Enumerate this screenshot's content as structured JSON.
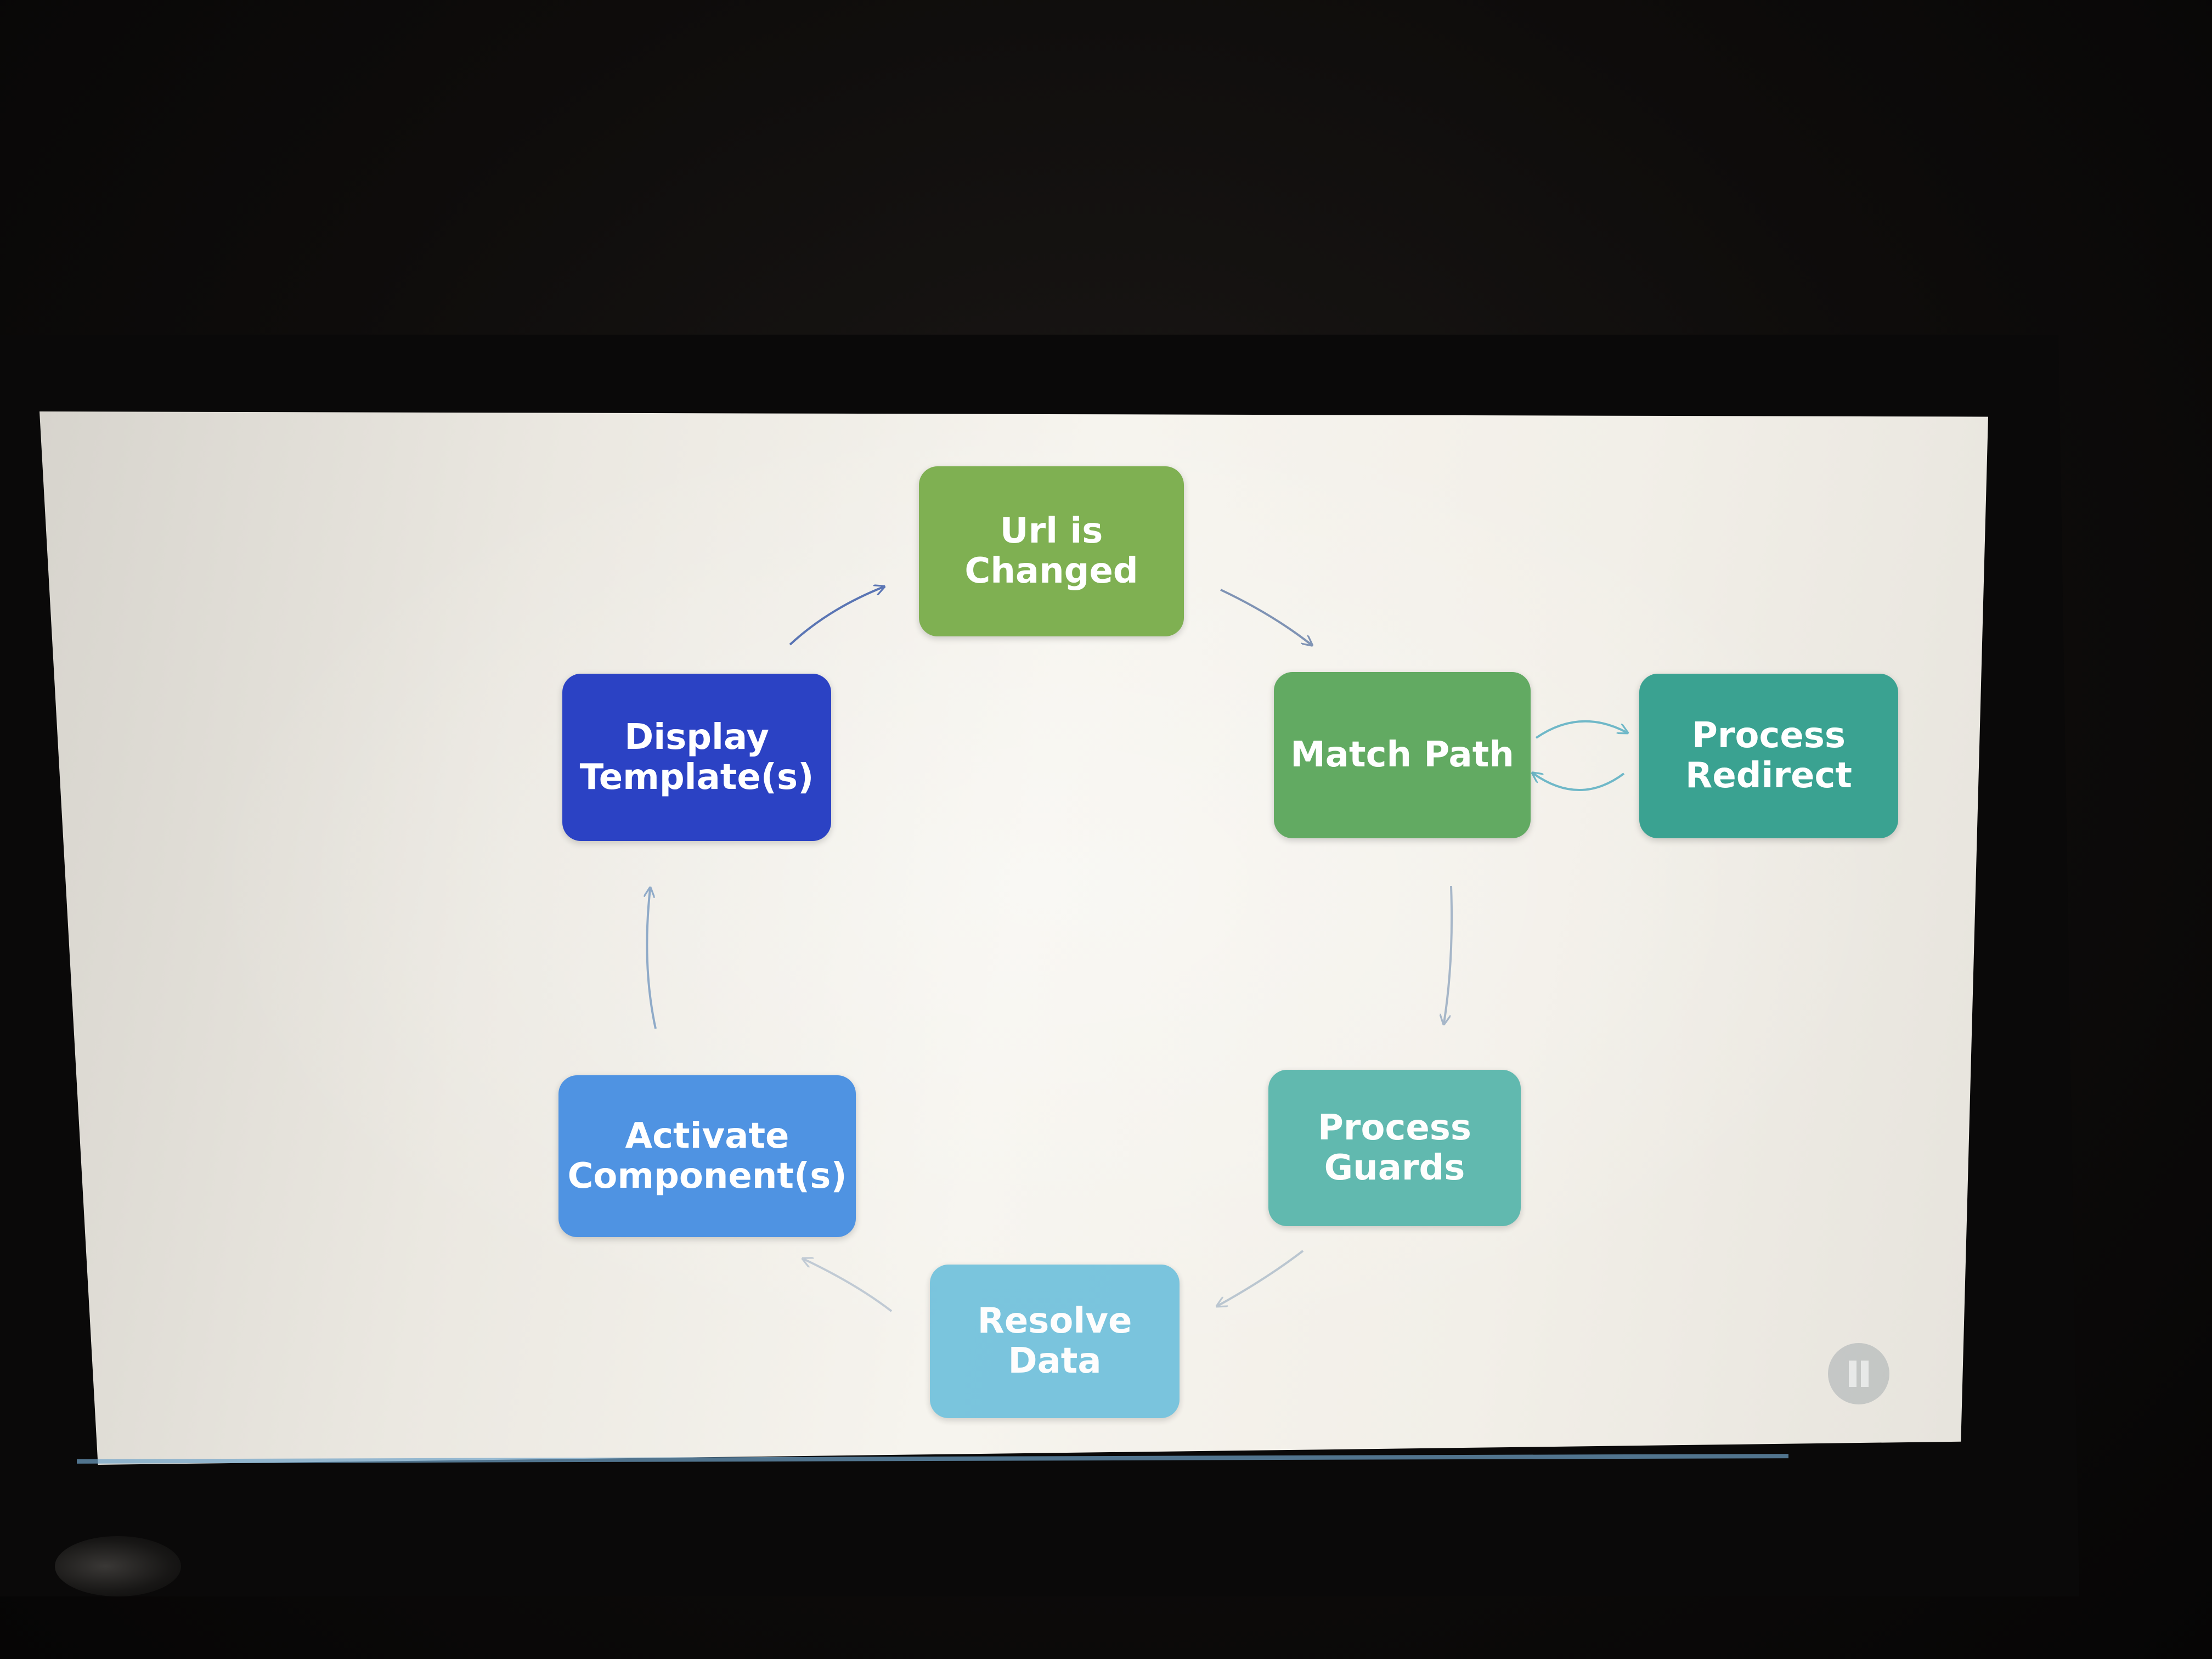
{
  "diagram": {
    "nodes": {
      "url_changed": {
        "label": "Url is\nChanged",
        "color": "#7fb052"
      },
      "match_path": {
        "label": "Match Path",
        "color": "#62aa62"
      },
      "process_redirect": {
        "label": "Process\nRedirect",
        "color": "#3aa291"
      },
      "process_guards": {
        "label": "Process\nGuards",
        "color": "#58b6ac"
      },
      "resolve_data": {
        "label": "Resolve\nData",
        "color": "#6dc0dc"
      },
      "activate_components": {
        "label": "Activate\nComponent(s)",
        "color": "#4f93e2"
      },
      "display_templates": {
        "label": "Display\nTemplate(s)",
        "color": "#2b42c4"
      }
    },
    "edges": [
      {
        "from": "url_changed",
        "to": "match_path"
      },
      {
        "from": "match_path",
        "to": "process_redirect"
      },
      {
        "from": "process_redirect",
        "to": "match_path"
      },
      {
        "from": "match_path",
        "to": "process_guards"
      },
      {
        "from": "process_guards",
        "to": "resolve_data"
      },
      {
        "from": "resolve_data",
        "to": "activate_components"
      },
      {
        "from": "activate_components",
        "to": "display_templates"
      },
      {
        "from": "display_templates",
        "to": "url_changed"
      }
    ]
  },
  "player": {
    "control_icon": "pause-icon"
  }
}
